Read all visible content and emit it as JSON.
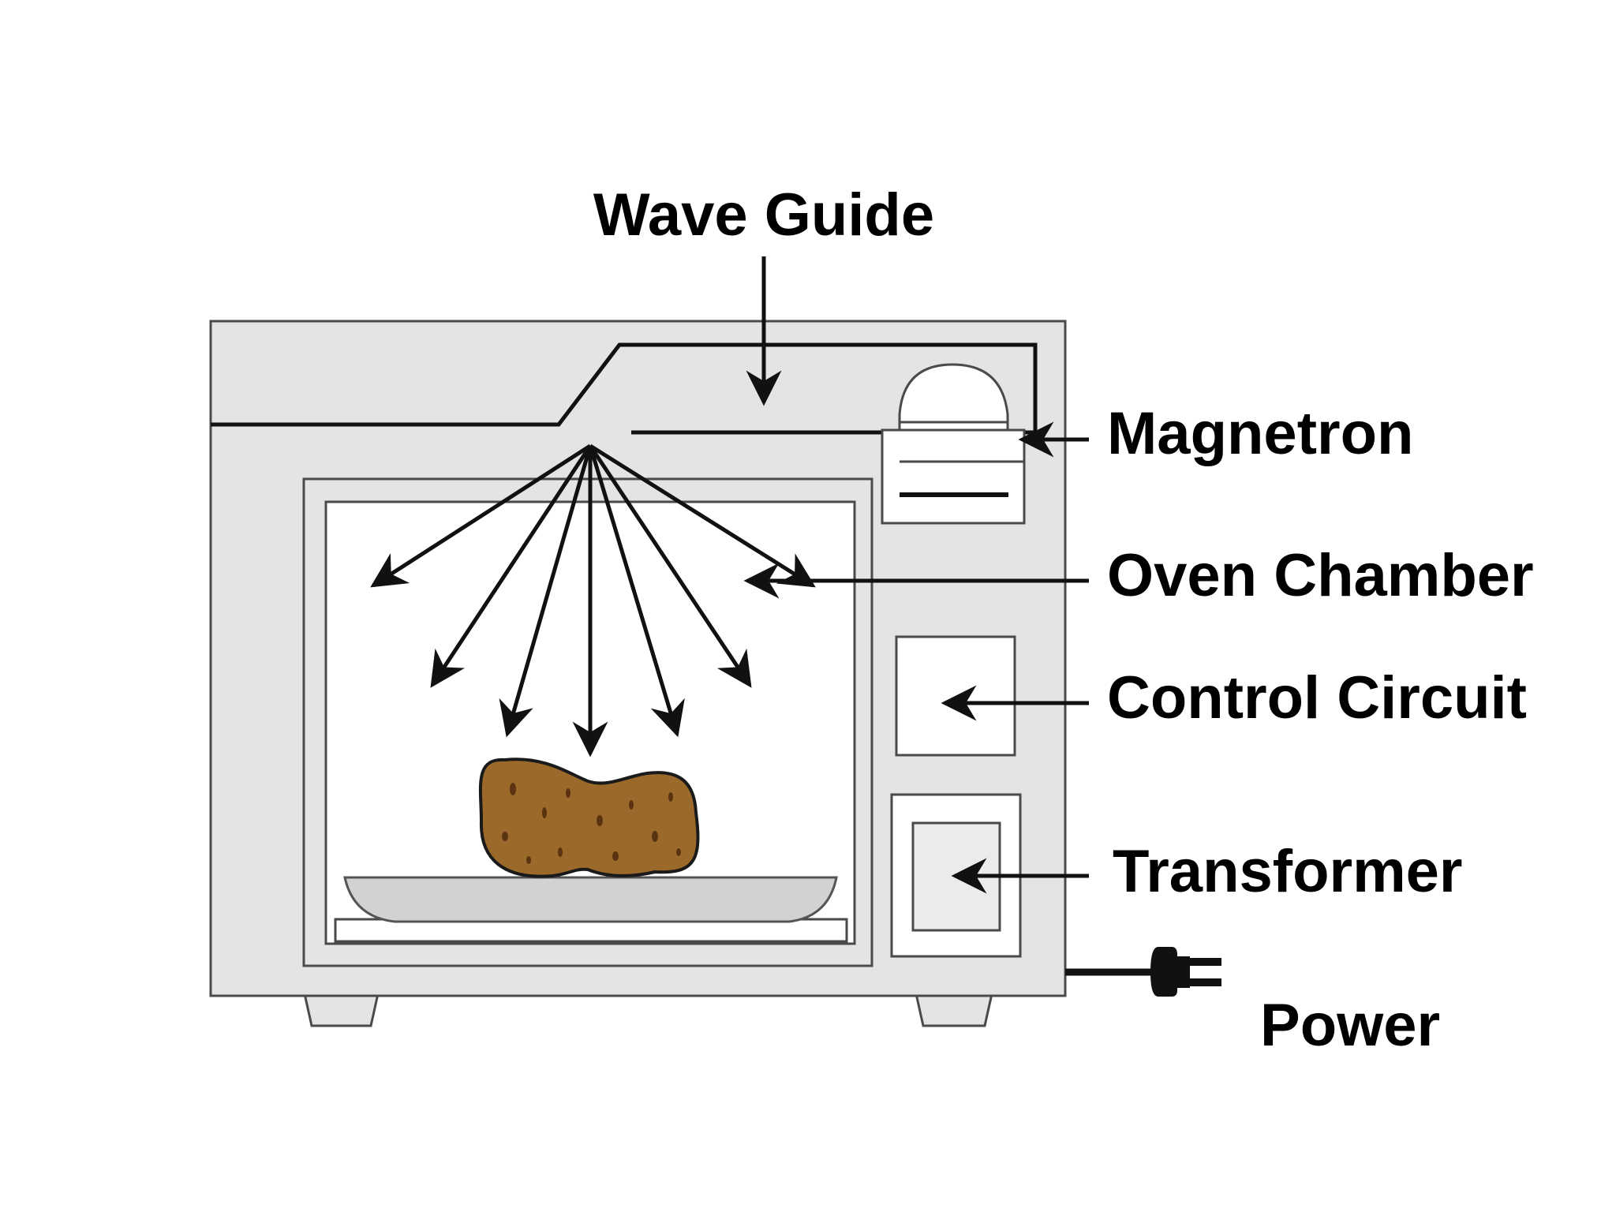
{
  "labels": {
    "wave_guide": "Wave Guide",
    "magnetron": "Magnetron",
    "oven_chamber": "Oven Chamber",
    "control_circuit": "Control Circuit",
    "transformer": "Transformer",
    "power": "Power"
  },
  "colors": {
    "casing": "#e4e4e4",
    "chamber_interior": "#ffffff",
    "plate": "#d2d2d2",
    "food": "#9b6a2a",
    "food_speckle": "#5a3410",
    "ink": "#111111"
  }
}
